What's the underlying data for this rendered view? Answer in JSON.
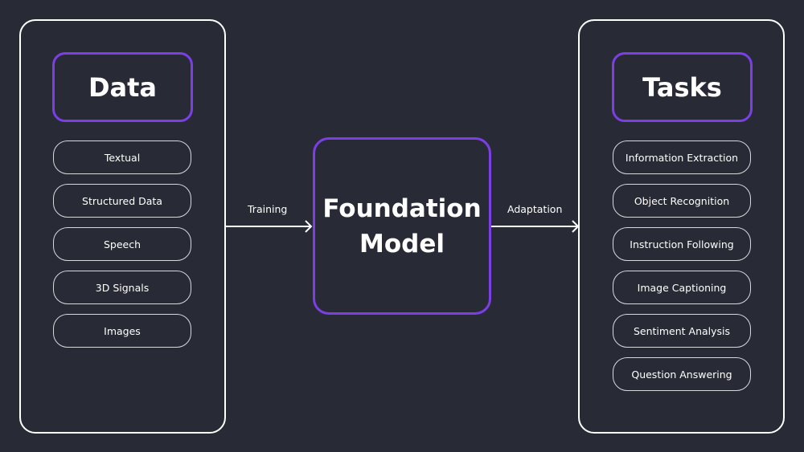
{
  "data_panel": {
    "title": "Data",
    "items": [
      "Textual",
      "Structured Data",
      "Speech",
      "3D Signals",
      "Images"
    ]
  },
  "model": {
    "line1": "Foundation",
    "line2": "Model"
  },
  "arrows": {
    "left_label": "Training",
    "right_label": "Adaptation"
  },
  "tasks_panel": {
    "title": "Tasks",
    "items": [
      "Information Extraction",
      "Object Recognition",
      "Instruction Following",
      "Image Captioning",
      "Sentiment Analysis",
      "Question Answering"
    ]
  },
  "colors": {
    "background": "#282b36",
    "accent": "#7b3fe4",
    "border": "#ffffff"
  }
}
